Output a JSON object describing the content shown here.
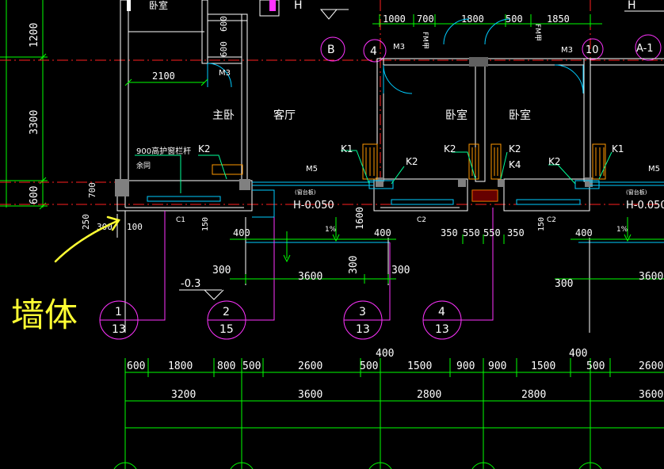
{
  "rooms": {
    "master_bedroom": "主卧",
    "living_room": "客厅",
    "bedroom_a": "卧室",
    "bedroom_b": "卧室",
    "top_left": "卧室"
  },
  "top_labels": {
    "h_top_left": "H",
    "h_top_right": "H",
    "m3_left": "M3",
    "m3_mid": "M3",
    "m3_right": "M3",
    "fm_a": "FM甲",
    "fm_b": "FM甲",
    "dims_600a": "600",
    "dims_600b": "600",
    "dim_2100": "2100"
  },
  "top_dims": [
    "1000",
    "700",
    "1800",
    "500",
    "1850"
  ],
  "left_dims": [
    "1200",
    "3300",
    "600"
  ],
  "axis_bubbles": {
    "b": "B",
    "four": "4",
    "ten": "10",
    "a1": "A-1"
  },
  "railing_note": "900高护窗栏杆",
  "railing_note2": "余同",
  "keys": {
    "k2a": "K2",
    "k1a": "K1",
    "k2b": "K2",
    "k2c": "K2",
    "k2d": "K2",
    "k4": "K4",
    "k2e": "K2",
    "k1b": "K1"
  },
  "m5a": "M5",
  "m5b": "M5",
  "elev_a": "H-0.050",
  "elev_b": "H-0.050",
  "elev_c": "-0.3",
  "small_tags": {
    "c1": "C1",
    "c2a": "C2",
    "c2b": "C2",
    "dw_a": "(窗台板)",
    "dw_b": "(窗台板)",
    "pct_a": "1%",
    "pct_b": "1%"
  },
  "wall_dims": {
    "d700": "700",
    "d250": "250",
    "d300": "300",
    "d100": "100",
    "d150": "150",
    "d150b": "150",
    "d1600": "1600"
  },
  "lower_dims": {
    "a400": "400",
    "b400": "400",
    "c400": "400",
    "a300": "300",
    "b300": "300",
    "c300": "300",
    "d300": "300",
    "d3600": "3600",
    "e3600": "3600"
  },
  "bay_dims": [
    "350",
    "550",
    "550",
    "350"
  ],
  "annotation": "墙体",
  "detail_refs": [
    {
      "top": "1",
      "bottom": "13"
    },
    {
      "top": "2",
      "bottom": "15"
    },
    {
      "top": "3",
      "bottom": "13"
    },
    {
      "top": "4",
      "bottom": "13"
    }
  ],
  "dim_row1": [
    "600",
    "1800",
    "800",
    "500",
    "2600",
    "500",
    "1500",
    "900",
    "900",
    "1500",
    "500",
    "2600"
  ],
  "dim_row1_above": [
    "400",
    "400"
  ],
  "dim_row2": [
    "3200",
    "3600",
    "2800",
    "2800",
    "3600"
  ]
}
